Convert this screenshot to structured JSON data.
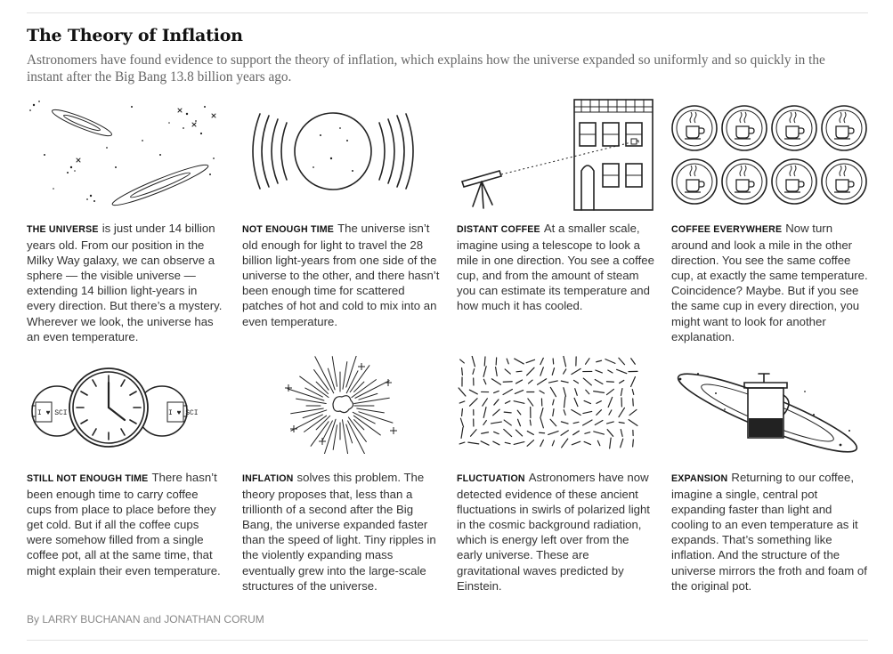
{
  "title": "The Theory of Inflation",
  "subtitle": "Astronomers have found evidence to support the theory of inflation, which explains how the universe expanded so uniformly and so quickly in the instant after the Big Bang 13.8 billion years ago.",
  "panels": [
    {
      "label": "THE UNIVERSE",
      "text": "is just under 14 billion years old. From our position in the Milky Way galaxy, we can observe a sphere — the visible universe — extending 14 billion light-years in every direction. But there’s a mystery. Wherever we look, the universe has an even temperature."
    },
    {
      "label": "NOT ENOUGH TIME",
      "text": "The universe isn’t old enough for light to travel the 28 billion light-years from one side of the universe to the other, and there hasn’t been enough time for scattered patches of hot and cold to mix into an even temperature."
    },
    {
      "label": "DISTANT COFFEE",
      "text": "At a smaller scale, imagine using a telescope to look a mile in one direction. You see a coffee cup, and from the amount of steam you can estimate its temperature and how much it has cooled."
    },
    {
      "label": "COFFEE EVERYWHERE",
      "text": "Now turn around and look a mile in the other direction. You see the same coffee cup, at exactly the same temperature. Coincidence? Maybe. But if you see the same cup in every direction, you might want to look for another explanation."
    },
    {
      "label": "STILL NOT ENOUGH TIME",
      "text": "There hasn’t been enough time to carry coffee cups from place to place before they get cold. But if all the coffee cups were somehow filled from a single coffee pot, all at the same time, that might explain their even temperature."
    },
    {
      "label": "INFLATION",
      "text": "solves this problem. The theory proposes that, less than a trillionth of a second after the Big Bang, the universe expanded faster than the speed of light. Tiny ripples in the violently expanding mass eventually grew into the large-scale structures of the universe."
    },
    {
      "label": "FLUCTUATION",
      "text": "Astronomers have now detected evidence of these ancient fluctuations in swirls of polarized light in the cosmic background radiation, which is energy left over from the early universe. These are gravitational waves predicted by Einstein."
    },
    {
      "label": "EXPANSION",
      "text": "Returning to our coffee, imagine a single, central pot expanding faster than light and cooling to an even temperature as it expands. That’s something like inflation. And the structure of the universe mirrors the froth and foam of the original pot."
    }
  ],
  "mug_labels": {
    "left": "I ♥ SCI",
    "right": "I ♥ SCI"
  },
  "byline": "By LARRY BUCHANAN and JONATHAN CORUM"
}
